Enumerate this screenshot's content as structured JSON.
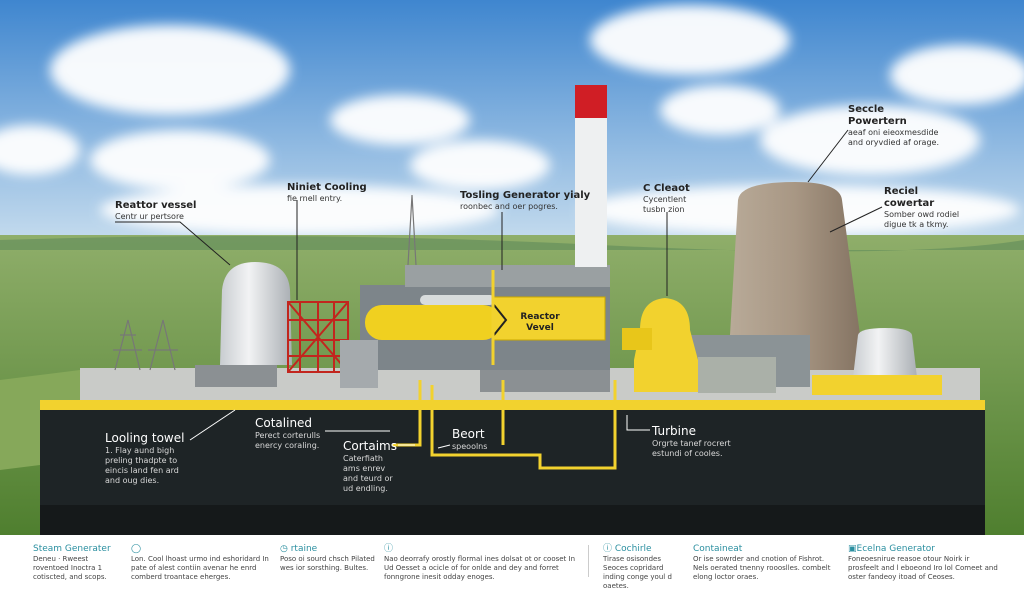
{
  "colors": {
    "sky": "#6aa7dc",
    "field": "#6f9a45",
    "base": "#1e2426",
    "accent": "#f2d22e",
    "footer_title": "#2b8fa0"
  },
  "overlay_labels": {
    "reactor_vessel": {
      "title": "Reattor vessel",
      "desc": "Centr ur pertsore"
    },
    "ninlet_cooling": {
      "title": "Niniet Cooling",
      "desc": "fie rnell entry."
    },
    "tosling_generator": {
      "title": "Tosling Generator yialy",
      "desc": "roonbec and oer pogres."
    },
    "c_cleaot": {
      "title": "C Cleaot",
      "desc": "Cycentlent tusbn zion"
    },
    "seccle_powertern": {
      "title": "Seccle Powertern",
      "desc": "aeaf oni eieoxmesdide and oryvdied af orage."
    },
    "reciel_cowertar": {
      "title": "Reciel cowertar",
      "desc": "Somber owd rodiel digue tk a tkmy."
    },
    "reactor_vevel_box": {
      "title": "Reactor Vevel"
    },
    "looling_towel": {
      "title": "Looling towel",
      "desc": "1. Flay aund bigh preling thadpte to eincis land fen ard and oug dies."
    },
    "cotalined": {
      "title": "Cotalined",
      "desc": "Perect corterulls enercy coraling."
    },
    "cortaims": {
      "title": "Cortaims",
      "desc": "Caterfiath ams enrev and teurd or ud endling."
    },
    "beort": {
      "title": "Beort",
      "desc": "speoolns"
    },
    "turbine": {
      "title": "Turbine",
      "desc": "Orgrte tanef rocrert estundi of cooles."
    }
  },
  "footer": [
    {
      "icon": "",
      "title": "Steam Generater",
      "desc": "Deneu · Rweest roventoed Inoctra 1 cotiscted, and scops."
    },
    {
      "icon": "clipboard-icon",
      "title": "",
      "desc": "Lon. Cool lhoast urmo ind eshoridard In pate of alest contiin avenar he enrd comberd troantace eherges."
    },
    {
      "icon": "clock-icon",
      "title": "rtaine",
      "desc": "Poso oi sourd chsch Pilated wes ior sorsthing. Bultes."
    },
    {
      "icon": "info-icon",
      "title": "",
      "desc": "Nao deorrafy orostly flormal ines dolsat ot or cooset In Ud Oesset a ocicle of for onlde and dey and forret fonngrone inesit odday enoges."
    },
    {
      "icon": "info-icon",
      "title": "Cochirle",
      "desc": "Tirase osisondes Seoces copridard inding conge youl d oaetes."
    },
    {
      "icon": "",
      "title": "Containeat",
      "desc": "Or ise sowrder and cnotion of Fishrot. Nels oerated tnenny roooslles. combelt elong loctor oraes."
    },
    {
      "icon": "generator-icon",
      "title": "Ecelna Generator",
      "desc": "Foneoesnirue reasoe otour Noirk ir prosfeelt and l eboeond Iro lol Comeet and oster fandeoy itoad of Ceoses."
    }
  ]
}
